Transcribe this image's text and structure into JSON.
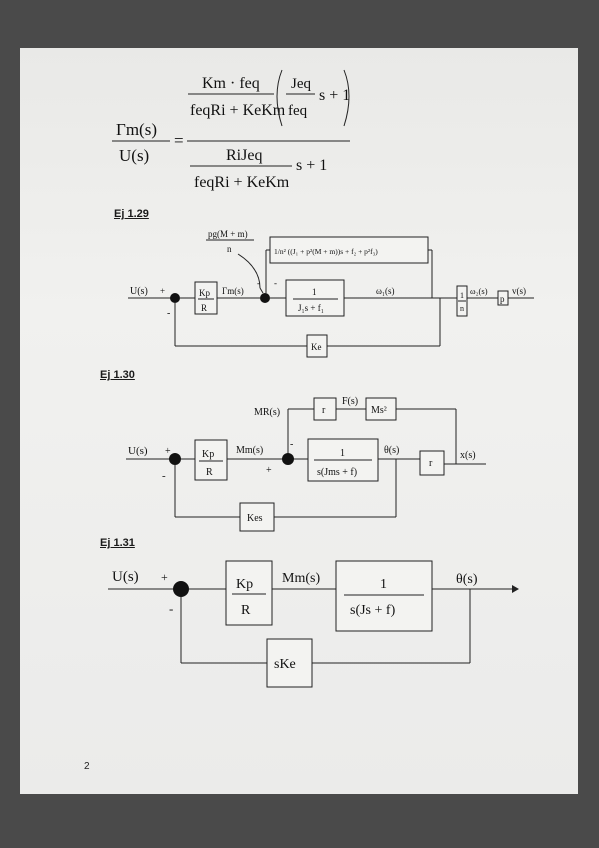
{
  "formula": {
    "lhs_num": "Γm(s)",
    "lhs_den": "U(s)",
    "inner_num_left": "Km · feq",
    "inner_den_left": "feqRi + KeKm",
    "paren_num": "Jeq",
    "paren_den": "feq",
    "paren_tail": "s + 1",
    "outer_den_num": "RiJeq",
    "outer_den_den": "feqRi + KeKm",
    "outer_den_tail": "s + 1"
  },
  "sections": [
    {
      "label": "Ej 1.29"
    },
    {
      "label": "Ej 1.30"
    },
    {
      "label": "Ej 1.31"
    }
  ],
  "d129": {
    "input": "U(s)",
    "plus": "+",
    "minus": "-",
    "gain": {
      "num": "Kp",
      "den": "R"
    },
    "torque": "Γm(s)",
    "dist_num": "pg(M + m)",
    "dist_den": "n",
    "fb_block": "1/n² ((J₁ + p²(M + m))s + f₂ + p²f₃)",
    "plant": {
      "num": "1",
      "den": "J₁s + f₁"
    },
    "omega1": "ω₁(s)",
    "gear": {
      "num": "1",
      "den": "n"
    },
    "omega2": "ω₂(s)",
    "p_block": "p",
    "out": "v(s)",
    "ke": "Ke"
  },
  "d130": {
    "input": "U(s)",
    "plus": "+",
    "minus": "-",
    "gain": {
      "num": "Kp",
      "den": "R"
    },
    "mm": "Mm(s)",
    "mr": "MR(s)",
    "fs": "F(s)",
    "r_top": "r",
    "ms2": "Ms²",
    "plant": {
      "num": "1",
      "den": "s(Jms + f)"
    },
    "theta": "θ(s)",
    "r_out": "r",
    "xout": "x(s)",
    "kes": "Kes"
  },
  "d131": {
    "input": "U(s)",
    "plus": "+",
    "minus": "-",
    "gain": {
      "num": "Kp",
      "den": "R"
    },
    "mm": "Mm(s)",
    "plant": {
      "num": "1",
      "den": "s(Js + f)"
    },
    "theta": "θ(s)",
    "ske": "sKe"
  },
  "page_number": "2"
}
